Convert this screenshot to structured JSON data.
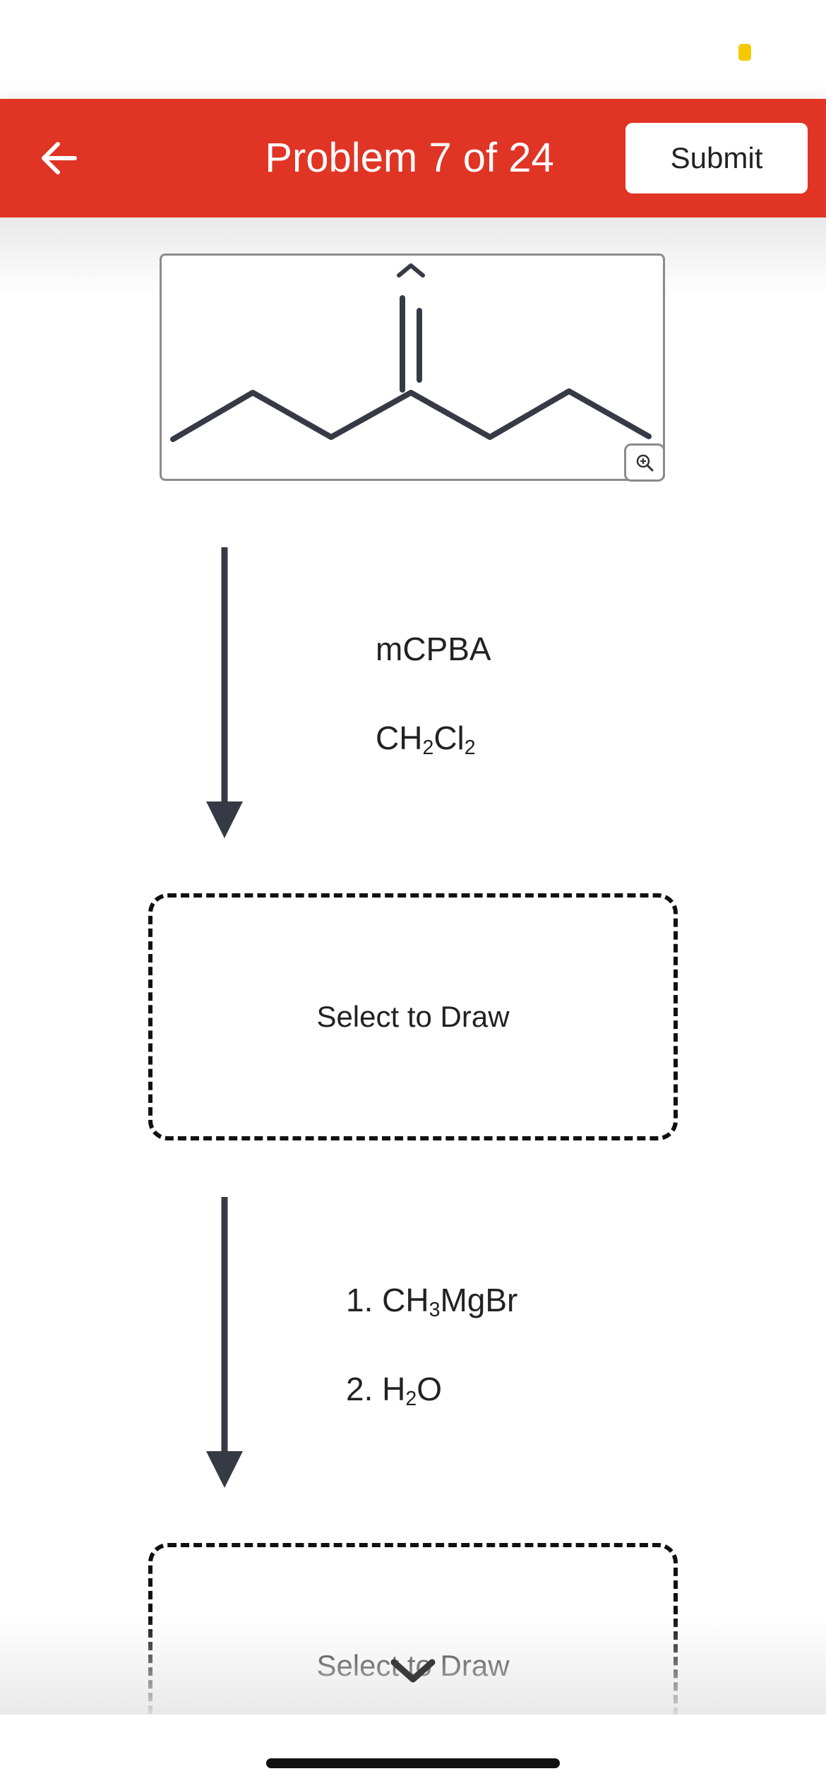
{
  "header": {
    "title": "Problem 7 of 24",
    "submit_label": "Submit"
  },
  "icons": {
    "back": "arrow-left-icon",
    "zoom": "zoom-in-icon",
    "expand": "chevron-up-icon",
    "scroll": "chevron-down-icon"
  },
  "colors": {
    "header_bg": "#e03424",
    "status_indicator": "#f5c800",
    "arrow": "#353a45"
  },
  "steps": [
    {
      "reagent_1": "mCPBA",
      "reagent_2_parts": [
        "CH",
        "2",
        "Cl",
        "2"
      ]
    },
    {
      "reagent_1_parts": [
        "1. CH",
        "3",
        "MgBr"
      ],
      "reagent_2_parts": [
        "2. H",
        "2",
        "O"
      ]
    }
  ],
  "draw_boxes": [
    {
      "label": "Select to Draw"
    },
    {
      "label": "Select to Draw"
    }
  ]
}
